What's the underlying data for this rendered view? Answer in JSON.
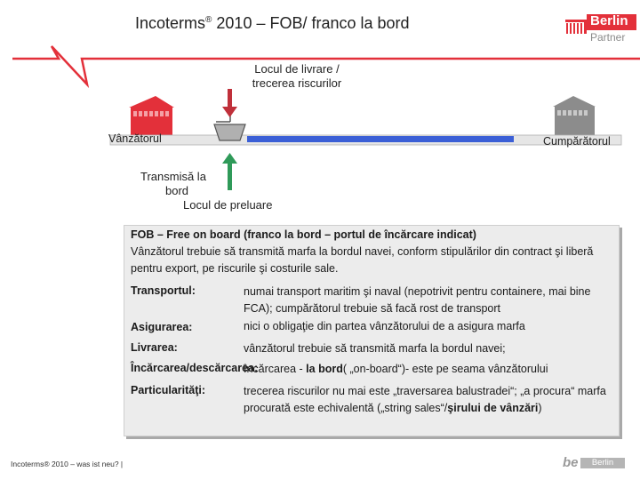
{
  "header": {
    "title": "Incoterms",
    "title_reg": "®",
    "title_rest": " 2010 – FOB/  franco la bord"
  },
  "logo": {
    "brand": "Berlin",
    "sub": "Partner"
  },
  "diagram": {
    "delivery_point_line1": "Locul de livrare /",
    "delivery_point_line2": "trecerea riscurilor",
    "seller": "Vânzătorul",
    "buyer": "Cumpărătorul",
    "transmit_line1": "Transmisă la",
    "transmit_line2": "bord",
    "pickup_point": "Locul de preluare",
    "colors": {
      "seller_house": "#e3303a",
      "buyer_house": "#8c8c8c",
      "route": "#3b5fd6",
      "arrow_down": "#c0303a",
      "arrow_up": "#2f9a59",
      "accent_red": "#e3303a"
    }
  },
  "info": {
    "title": "FOB – Free on board (franco la bord – portul de încărcare indicat)",
    "desc": "Vânzătorul trebuie să transmită marfa la bordul navei, conform stipulărilor din contract şi liberă pentru export, pe riscurile şi costurile sale.",
    "transport_label": "Transportul:",
    "transport_text": "numai transport maritim şi naval (nepotrivit pentru containere, mai bine FCA); cumpărătorul trebuie să facă rost de transport",
    "insurance_label": "Asigurarea:",
    "insurance_text": "nici o obligaţie din partea vânzătorului de a asigura marfa",
    "delivery_label": "Livrarea:",
    "delivery_text": "vânzătorul  trebuie să transmită marfa la bordul navei;",
    "loading_label": "Încărcarea/descărcarea:",
    "loading_text_pre": "încărcarea - ",
    "loading_text_bold": "la bord",
    "loading_text_post": "( „on-board“)- este pe seama vânzătorului",
    "special_label": "Particularităţi:",
    "special_text_pre": "trecerea riscurilor nu mai este  „traversarea balustradei“; „a procura“ marfa procurată este echivalentă  („string sales“/",
    "special_text_bold": "şirului de vânzări",
    "special_text_post": ")"
  },
  "footer": {
    "text": "Incoterms® 2010 – was ist neu?  |",
    "logo_be": "be",
    "logo_brand": "Berlin"
  }
}
